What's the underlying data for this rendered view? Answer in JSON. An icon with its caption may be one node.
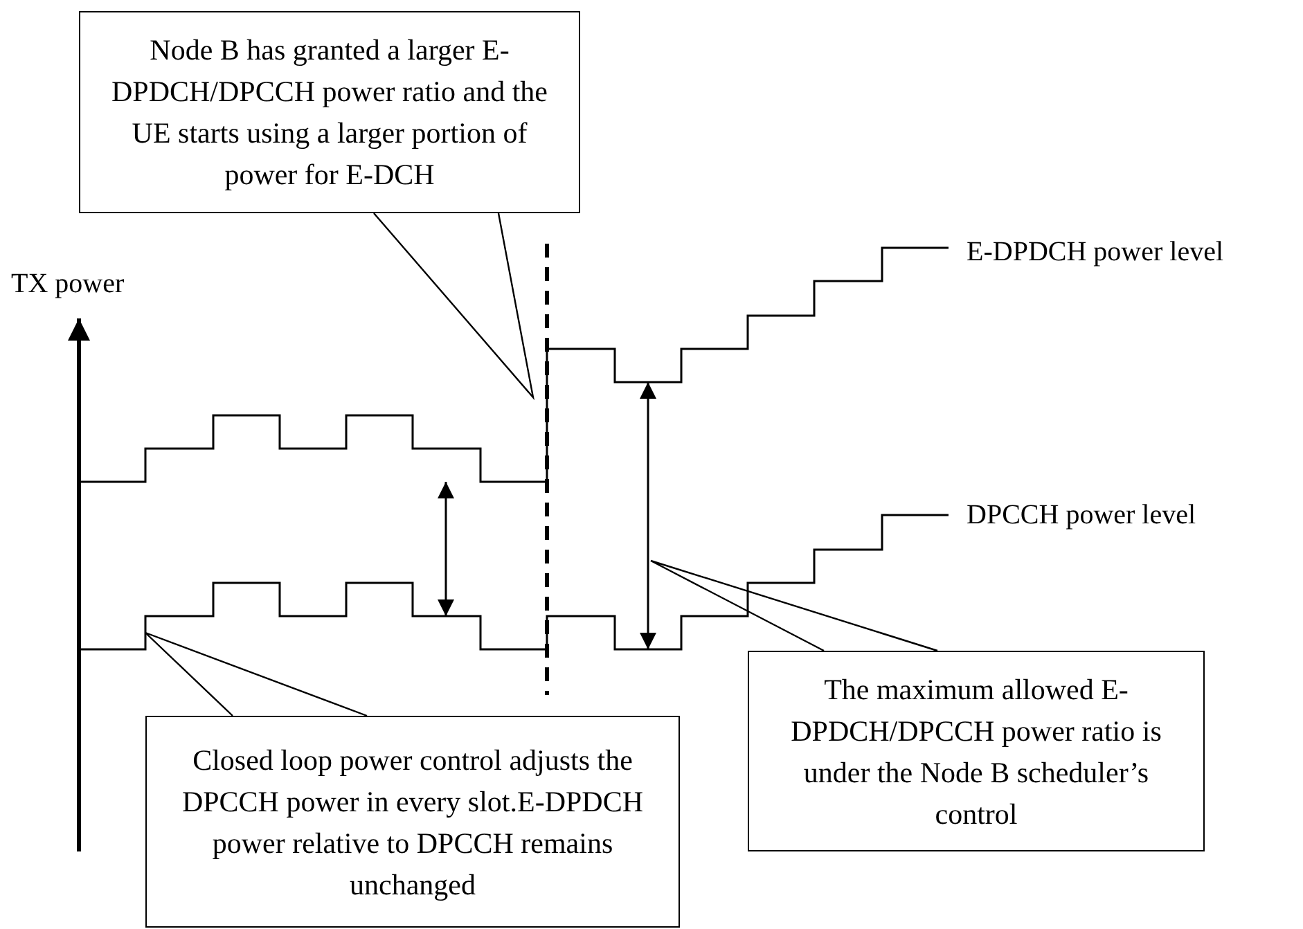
{
  "diagram": {
    "nodes": [
      {
        "text": [
          "Node B has granted a larger E-DPDCH/DPCCH power ratio and the UE starts using a larger portion of power for E-DCH"
        ]
      },
      {
        "text": [
          "Closed loop power control adjusts the DPCCH power in every slot.E-DPDCH power relative to DPCCH remains unchanged"
        ]
      },
      {
        "text": [
          "The maximum allowed E-DPDCH/DPCCH power ratio is under the Node B scheduler’s control"
        ]
      }
    ],
    "edges": [
      {
        "from": 0,
        "to": null,
        "arrow": "none"
      },
      {
        "from": 1,
        "to": null,
        "arrow": "none"
      },
      {
        "from": 2,
        "to": null,
        "arrow": "none"
      }
    ],
    "labels": [
      "TX power",
      "E-DPDCH power level",
      "DPCCH power level"
    ]
  }
}
